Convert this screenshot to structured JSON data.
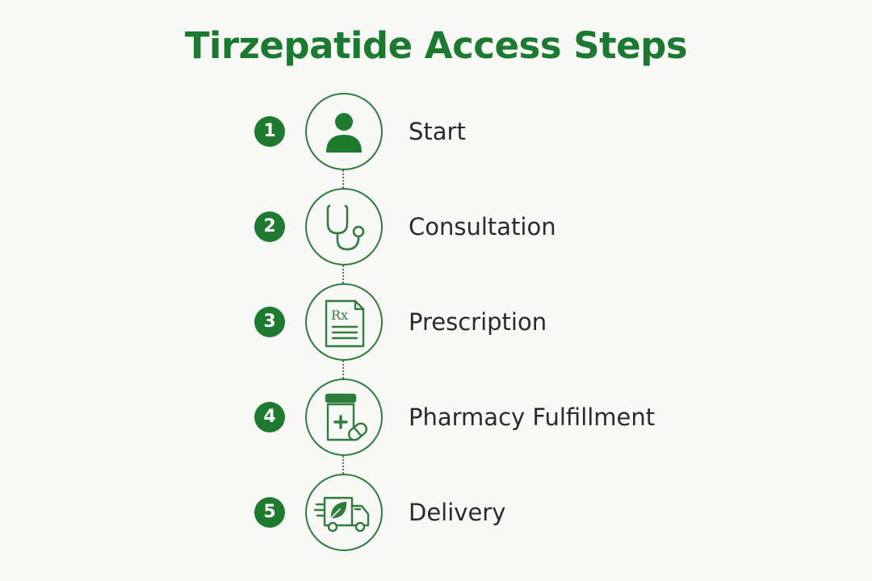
{
  "title": "Tirzepatide Access Steps",
  "colors": {
    "accent": "#1e7a2e",
    "title": "#1c7a30",
    "label": "#2a2a2a",
    "background": "#f8f8f6"
  },
  "steps": [
    {
      "number": "1",
      "label": "Start",
      "icon": "person-icon"
    },
    {
      "number": "2",
      "label": "Consultation",
      "icon": "stethoscope-icon"
    },
    {
      "number": "3",
      "label": "Prescription",
      "icon": "prescription-document-icon"
    },
    {
      "number": "4",
      "label": "Pharmacy Fulfillment",
      "icon": "medicine-bottle-pill-icon"
    },
    {
      "number": "5",
      "label": "Delivery",
      "icon": "delivery-truck-icon"
    }
  ],
  "icon_text": {
    "rx": "Rx"
  }
}
